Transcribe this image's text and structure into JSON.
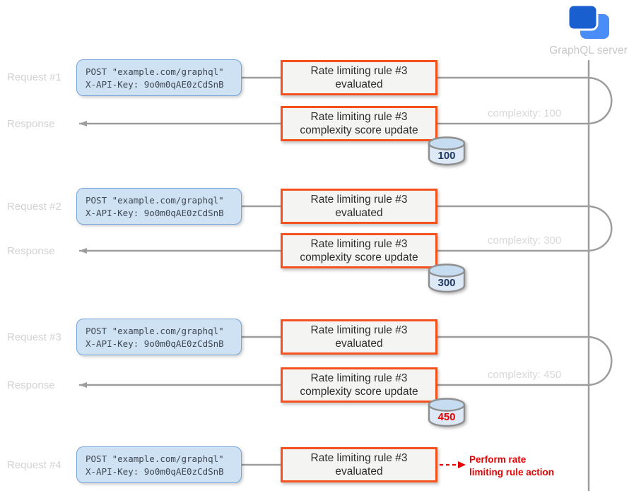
{
  "server": {
    "label": "GraphQL server"
  },
  "lanes": {
    "request_labels": [
      "Request #1",
      "Request #2",
      "Request #3",
      "Request #4"
    ],
    "response_label": "Response"
  },
  "request_code": {
    "line1": "POST \"example.com/graphql\"",
    "line2": "X-API-Key: 9o0m0qAE0zCdSnB"
  },
  "rule_boxes": {
    "evaluated": {
      "line1": "Rate limiting rule #3",
      "line2": "evaluated"
    },
    "score_update": {
      "line1": "Rate limiting rule #3",
      "line2": "complexity score update"
    }
  },
  "scores": [
    "100",
    "300",
    "450"
  ],
  "complexity_notes": [
    "complexity: 100",
    "complexity: 300",
    "complexity: 450"
  ],
  "action_note": {
    "line1": "Perform rate",
    "line2": "limiting rule action"
  },
  "colors": {
    "rule_border_orange": "#f4511e",
    "request_fill_blue": "#cfe2f3",
    "request_border_blue": "#74a4d9",
    "alert_red": "#e60000",
    "score_navy": "#1f3864",
    "line_gray": "#9d9d9d",
    "icon_blue_dark": "#1a5fd0",
    "icon_blue_light": "#4a8df8",
    "faint_gray": "#d8d8d8"
  }
}
